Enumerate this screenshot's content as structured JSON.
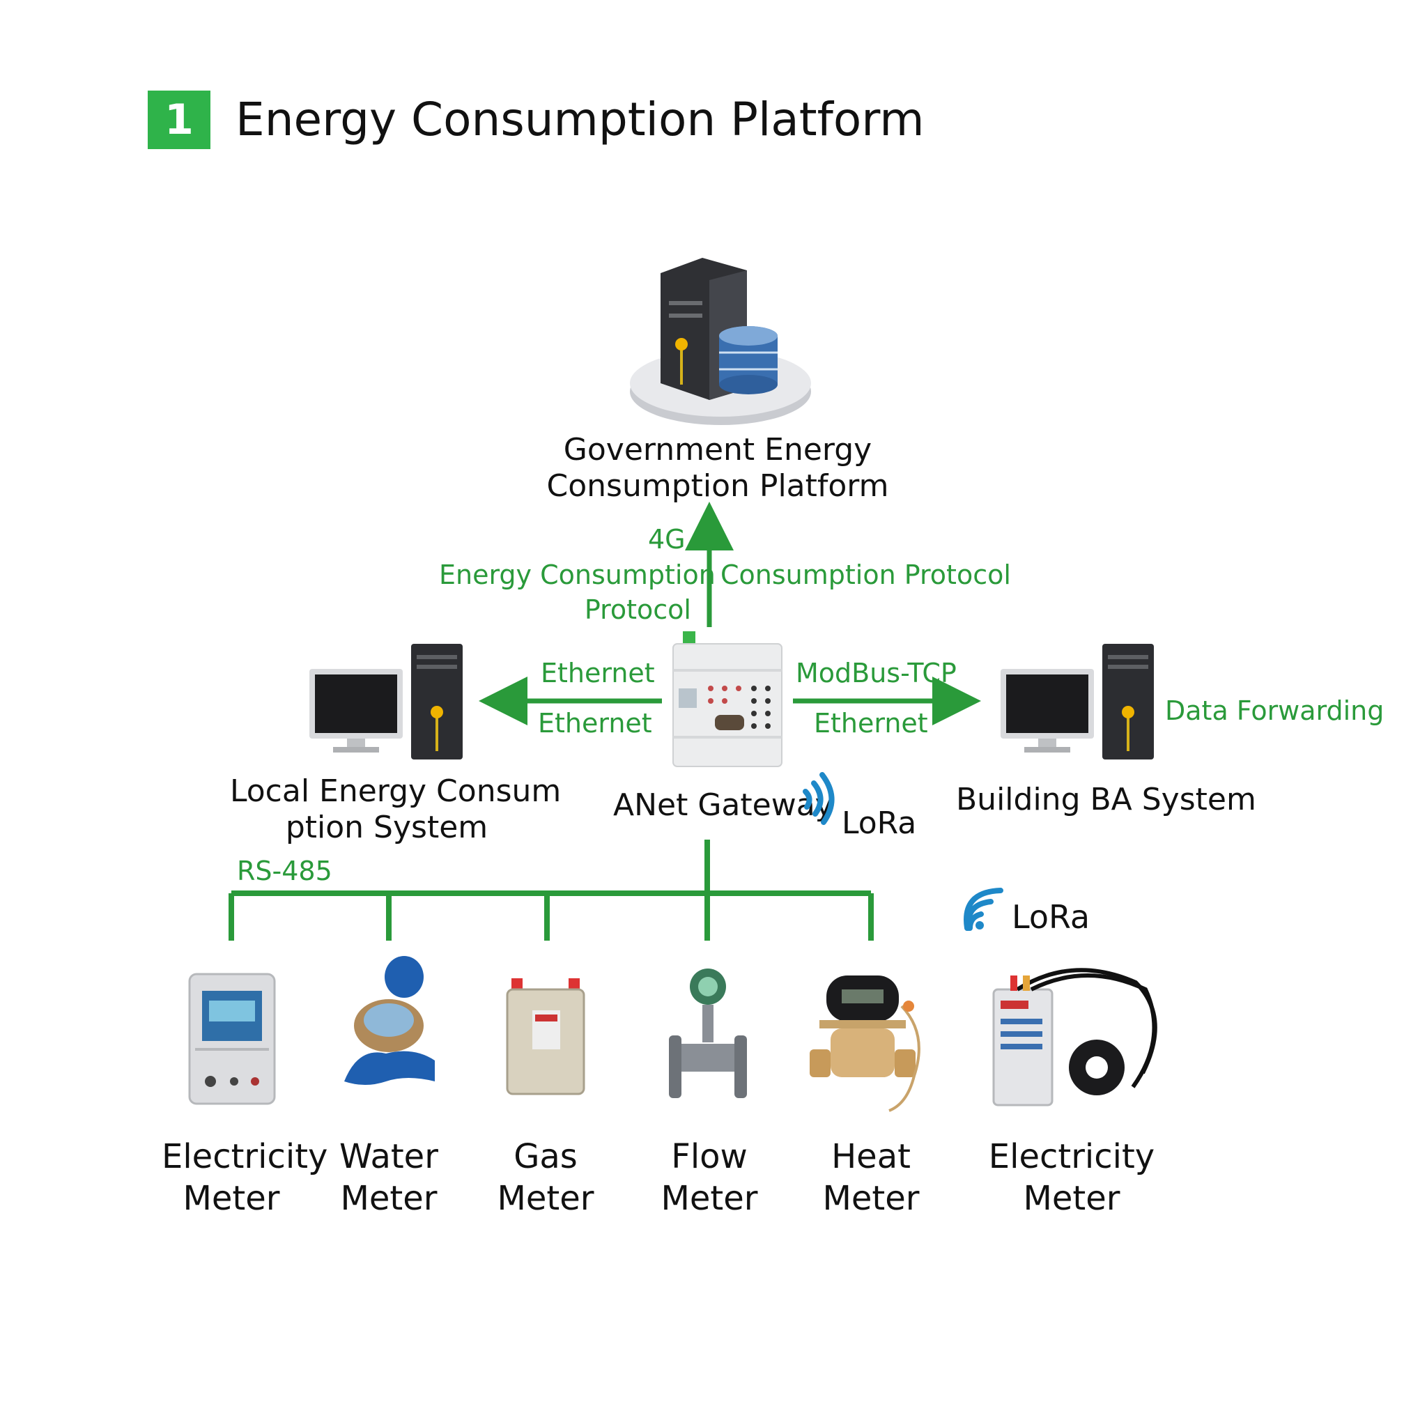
{
  "header": {
    "number": "1",
    "title": "Energy Consumption Platform"
  },
  "nodes": {
    "gov_platform": "Government Energy\nConsumption Platform",
    "local_system": "Local Energy Consum\nption System",
    "gateway": "ANet Gateway",
    "building_ba": "Building BA System"
  },
  "protocols": {
    "up_4g": "4G",
    "up_left": "Energy Consumption\nProtocol",
    "up_right": "Consumption Protocol",
    "left_top": "Ethernet",
    "left_bottom": "Ethernet",
    "right_top": "ModBus-TCP",
    "right_bottom": "Ethernet",
    "data_forwarding": "Data Forwarding",
    "gateway_lora": "LoRa",
    "bus": "RS-485",
    "meter_lora": "LoRa"
  },
  "meters": [
    {
      "label": "Electricity\nMeter"
    },
    {
      "label": "Water\nMeter"
    },
    {
      "label": "Gas\nMeter"
    },
    {
      "label": "Flow\nMeter"
    },
    {
      "label": "Heat\nMeter"
    },
    {
      "label": "Electricity\nMeter"
    }
  ],
  "colors": {
    "accent_green": "#2a9a3a",
    "badge_green": "#2fb34a",
    "lora_blue": "#1e88c8"
  }
}
